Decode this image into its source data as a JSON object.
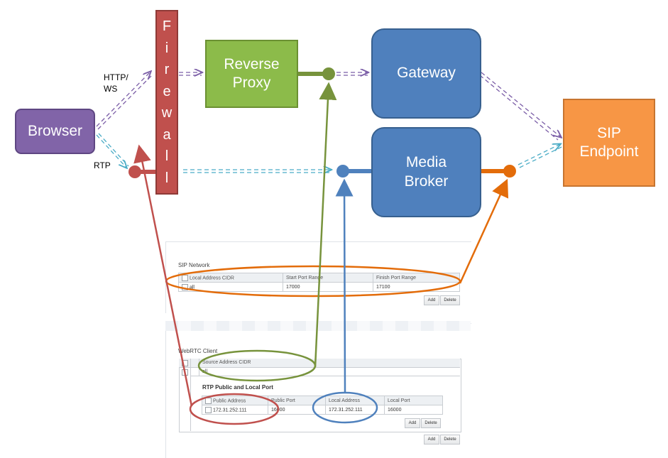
{
  "nodes": {
    "browser": "Browser",
    "reverse_proxy": "Reverse Proxy",
    "gateway": "Gateway",
    "media_broker": "Media Broker",
    "sip_endpoint": "SIP Endpoint",
    "firewall_letters": [
      "F",
      "i",
      "r",
      "e",
      "w",
      "a",
      "l",
      "l"
    ]
  },
  "labels": {
    "http": "HTTP/ WS",
    "rtp": "RTP"
  },
  "colors": {
    "browser": "#8164a8",
    "proxy": "#8cbb4a",
    "gateway": "#4f80bd",
    "sip": "#f79645",
    "firewall": "#c0504d",
    "ring_orange": "#e36c0a",
    "ring_green": "#77933c",
    "ring_red": "#c0504d",
    "ring_blue": "#4f81bd"
  },
  "sip_network": {
    "title": "SIP Network",
    "columns": [
      "Local Address CIDR",
      "Start Port Range",
      "Finish Port Range"
    ],
    "row": [
      "all",
      "17000",
      "17100"
    ],
    "add": "Add",
    "delete": "Delete"
  },
  "webrtc_client": {
    "title": "WebRTC Client",
    "source_column": "Source Address CIDR",
    "source_value": "all",
    "rtp_title": "RTP Public and Local Port",
    "columns": [
      "Public Address",
      "Public Port",
      "Local Address",
      "Local Port"
    ],
    "row": [
      "172.31.252.111",
      "16000",
      "172.31.252.111",
      "16000"
    ],
    "add": "Add",
    "delete": "Delete",
    "outer_add": "Add",
    "outer_delete": "Delete"
  }
}
